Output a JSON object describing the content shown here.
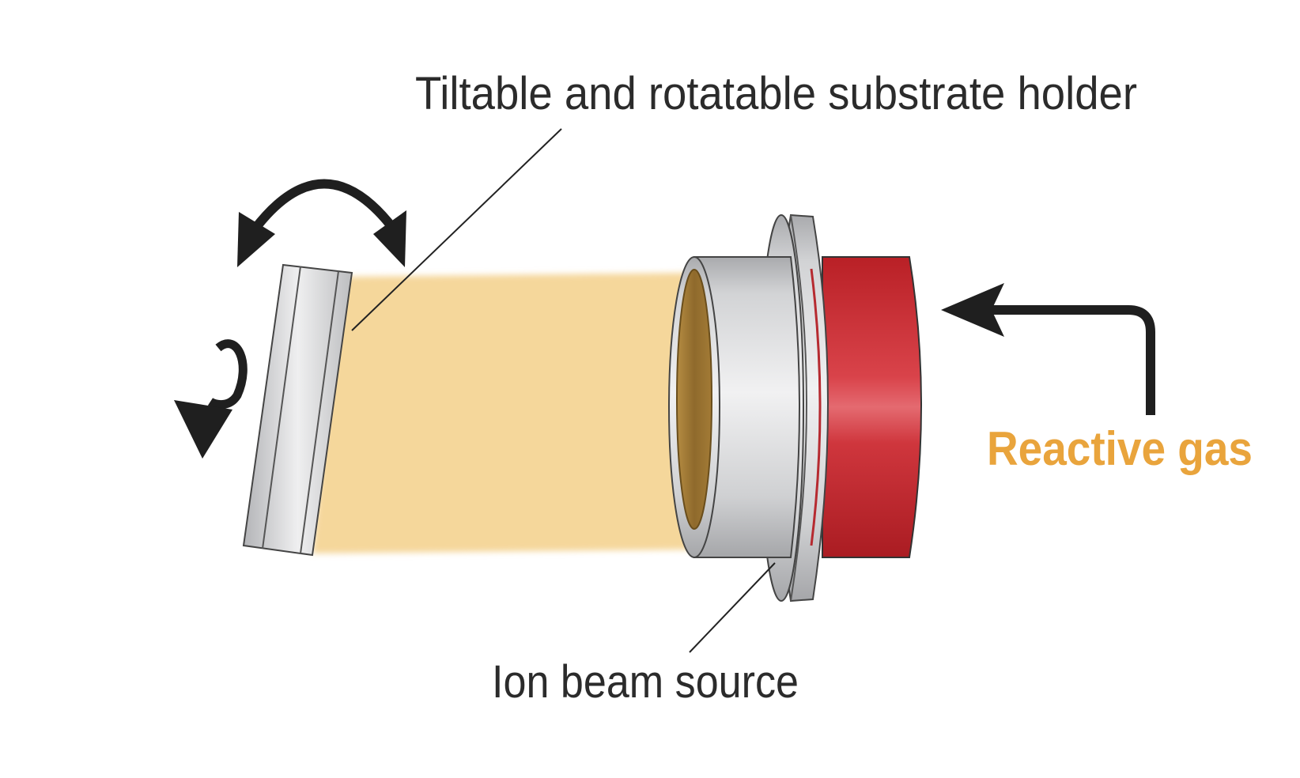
{
  "labels": {
    "substrate_holder": "Tiltable and rotatable substrate holder",
    "ion_source": "Ion beam source",
    "reactive_gas": "Reactive gas"
  },
  "colors": {
    "beam": "#f5d79b",
    "source_body": "#c9272d",
    "accent_text": "#e9a43c",
    "metal": "#d9dadc",
    "source_bore": "#9a7634",
    "ink": "#1f1f1f"
  },
  "icons": {
    "tilt": "double-headed-curved-arrow",
    "rotate": "curved-rotation-arrow",
    "gas_feed": "bent-arrow"
  }
}
